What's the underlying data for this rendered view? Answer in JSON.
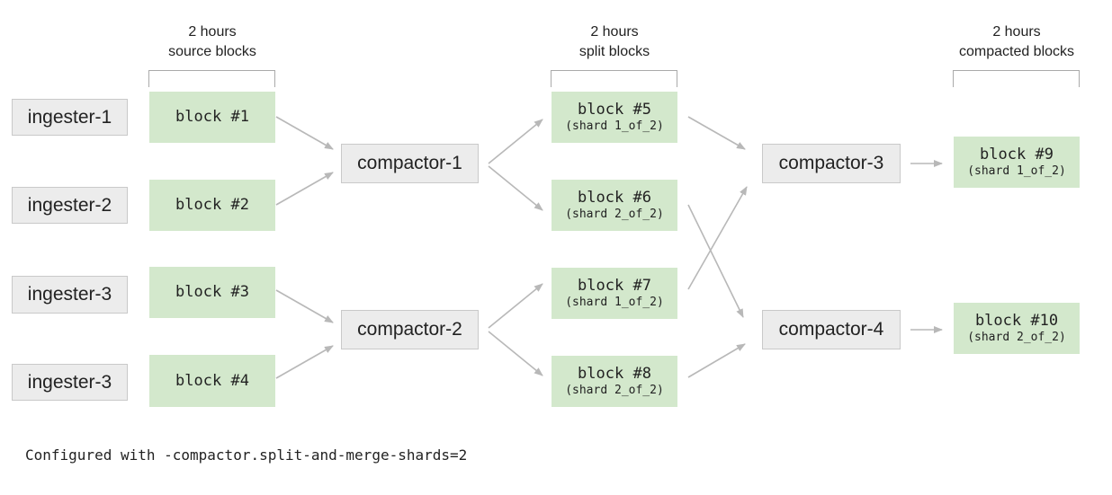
{
  "headers": {
    "source": {
      "line1": "2 hours",
      "line2": "source blocks"
    },
    "split": {
      "line1": "2 hours",
      "line2": "split blocks"
    },
    "compacted": {
      "line1": "2 hours",
      "line2": "compacted blocks"
    }
  },
  "ingesters": [
    "ingester-1",
    "ingester-2",
    "ingester-3",
    "ingester-3"
  ],
  "source_blocks": [
    "block #1",
    "block #2",
    "block #3",
    "block #4"
  ],
  "compactors": [
    "compactor-1",
    "compactor-2",
    "compactor-3",
    "compactor-4"
  ],
  "split_blocks": [
    {
      "label": "block #5",
      "shard": "(shard 1_of_2)"
    },
    {
      "label": "block #6",
      "shard": "(shard 2_of_2)"
    },
    {
      "label": "block #7",
      "shard": "(shard 1_of_2)"
    },
    {
      "label": "block #8",
      "shard": "(shard 2_of_2)"
    }
  ],
  "compacted_blocks": [
    {
      "label": "block #9",
      "shard": "(shard 1_of_2)"
    },
    {
      "label": "block #10",
      "shard": "(shard 2_of_2)"
    }
  ],
  "footer": "Configured with -compactor.split-and-merge-shards=2",
  "colors": {
    "block_fill": "#d3e8cc",
    "node_fill": "#ececec",
    "edge": "#b8b8b8"
  }
}
